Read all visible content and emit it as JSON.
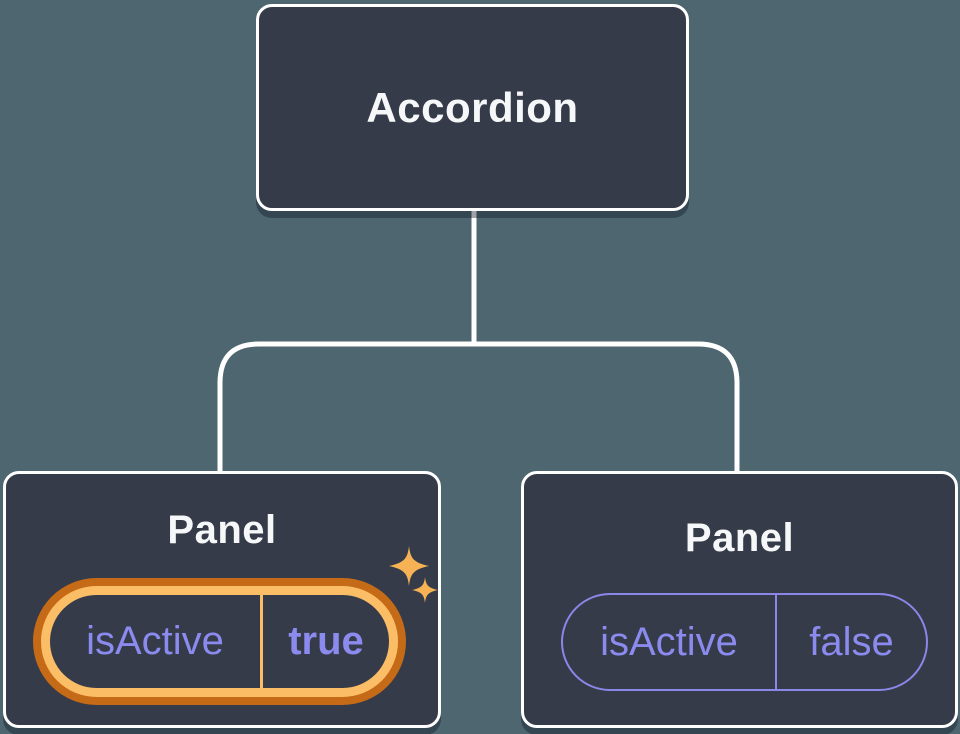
{
  "tree": {
    "root": {
      "label": "Accordion"
    },
    "children": [
      {
        "label": "Panel",
        "prop_name": "isActive",
        "prop_value": "true",
        "state": "highlighted"
      },
      {
        "label": "Panel",
        "prop_name": "isActive",
        "prop_value": "false",
        "state": "normal"
      }
    ]
  },
  "colors": {
    "background": "#4D6670",
    "node_fill": "#353B48",
    "node_border": "#FFFFFF",
    "connector": "#FFFFFF",
    "prop_text_purple": "#8B8AEE",
    "pill_border_purple": "#8A87E8",
    "highlight_gold": "#FBBE67",
    "highlight_orange": "#C56A17",
    "sparkle_gold": "#F6B254",
    "title_text": "#F6F7F9"
  }
}
